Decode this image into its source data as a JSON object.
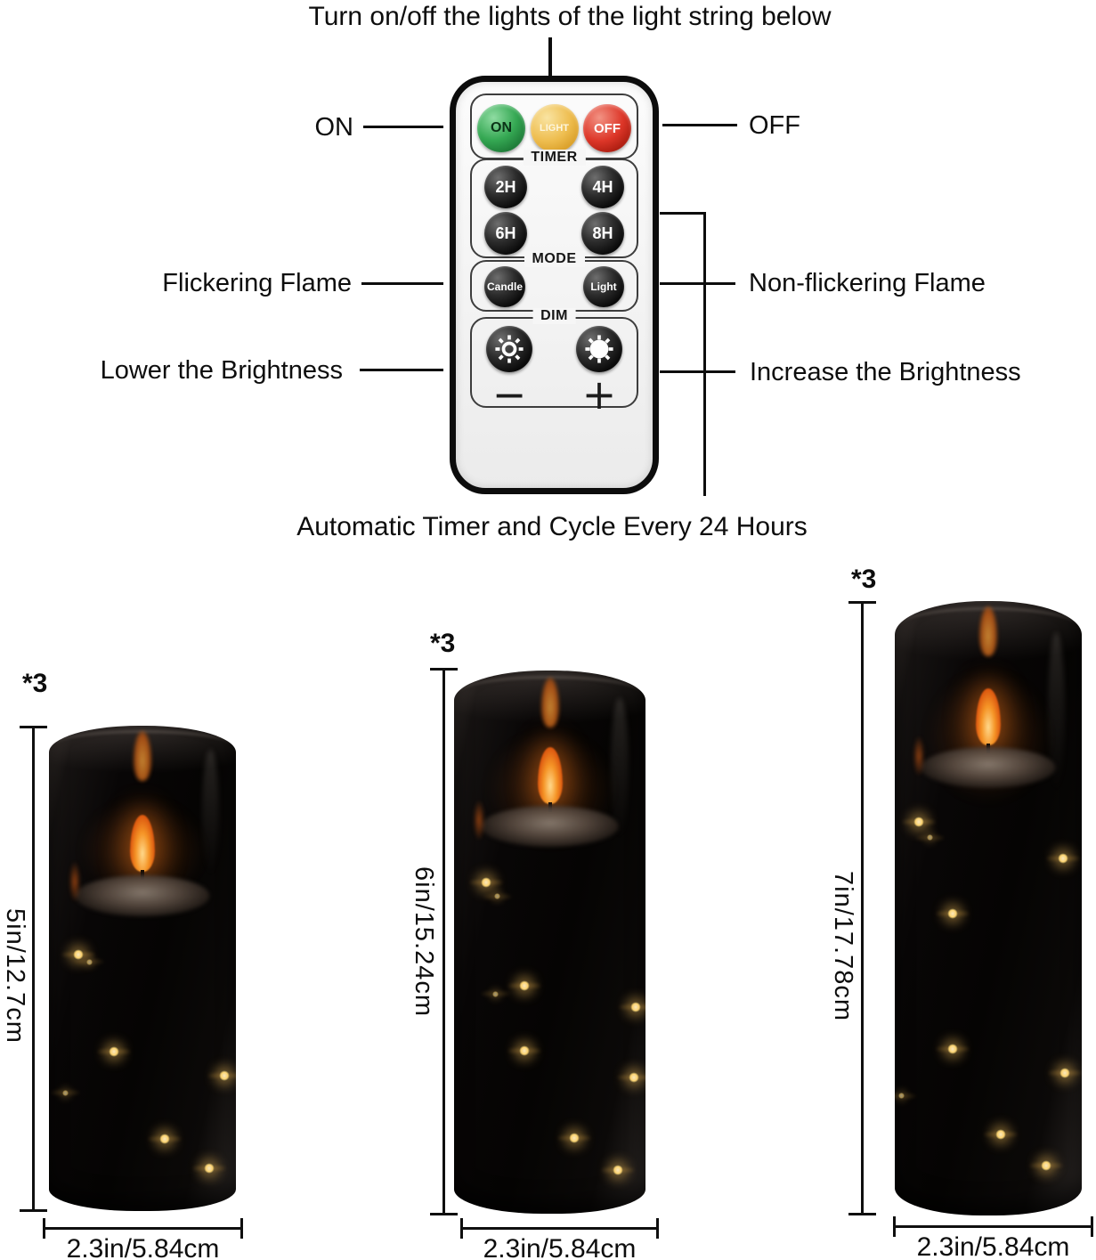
{
  "top_caption": "Turn on/off the lights of the light string below",
  "bottom_caption": "Automatic Timer and Cycle Every 24 Hours",
  "callouts": {
    "on": "ON",
    "off": "OFF",
    "flickering_flame": "Flickering Flame",
    "non_flickering_flame": "Non-flickering Flame",
    "lower_brightness": "Lower the Brightness",
    "increase_brightness": "Increase the Brightness"
  },
  "remote": {
    "power_buttons": [
      {
        "label": "ON",
        "color": "#35a853"
      },
      {
        "label": "LIGHT",
        "color": "#eebd4f"
      },
      {
        "label": "OFF",
        "color": "#dd3628"
      }
    ],
    "timer": {
      "label": "TIMER",
      "buttons": [
        "2H",
        "4H",
        "6H",
        "8H"
      ]
    },
    "mode": {
      "label": "MODE",
      "buttons": [
        "Candle",
        "Light"
      ]
    },
    "dim": {
      "label": "DIM",
      "minus": "−",
      "plus": "+"
    }
  },
  "candles": [
    {
      "quantity": "*3",
      "height_label": "5in/12.7cm",
      "width_label": "2.3in/5.84cm"
    },
    {
      "quantity": "*3",
      "height_label": "6in/15.24cm",
      "width_label": "2.3in/5.84cm"
    },
    {
      "quantity": "*3",
      "height_label": "7in/17.78cm",
      "width_label": "2.3in/5.84cm"
    }
  ],
  "colors": {
    "flame": "#f59426",
    "fairy_light": "#ffd977",
    "candle_body": "#080606",
    "background": "#ffffff"
  }
}
